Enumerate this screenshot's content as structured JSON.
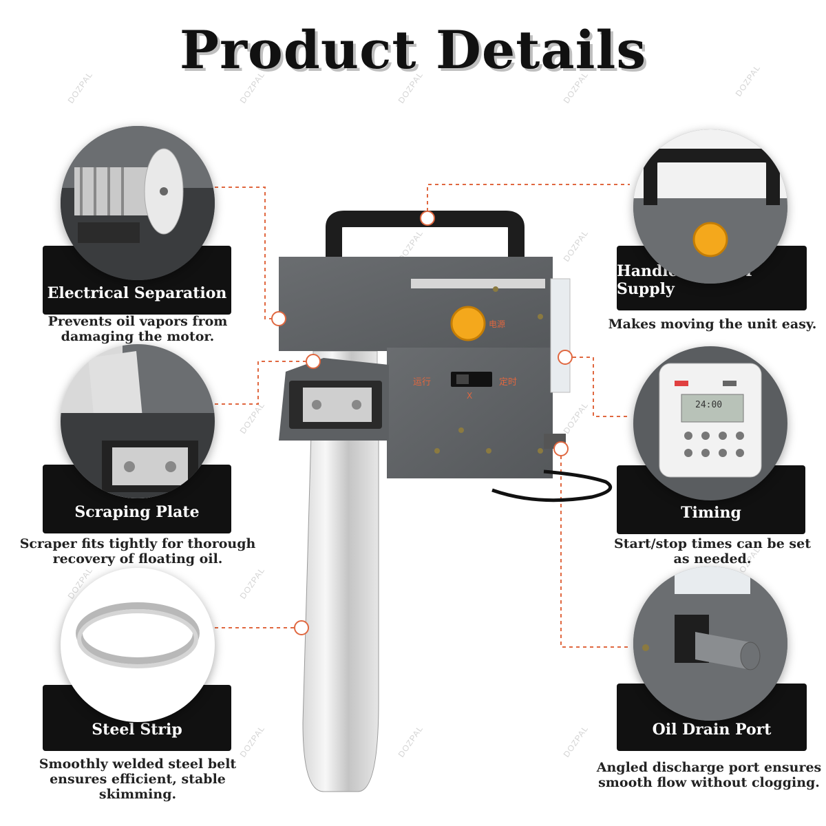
{
  "title": "Product Details",
  "watermark": "DOZPAL",
  "accent_color": "#e0673f",
  "device": {
    "indicator_label": "电源",
    "switch_left_label": "运行",
    "switch_right_label": "定时",
    "switch_mark": "X"
  },
  "features": [
    {
      "label": "Electrical Separation",
      "desc_lines": [
        "Prevents oil vapors from",
        "damaging the motor."
      ]
    },
    {
      "label": "Scraping Plate",
      "desc_lines": [
        "Scraper fits tightly for thorough",
        "recovery of floating oil."
      ]
    },
    {
      "label": "Steel Strip",
      "desc_lines": [
        "Smoothly welded steel belt",
        "ensures efficient, stable",
        "skimming."
      ]
    },
    {
      "label": "Handle & Power Supply",
      "desc_lines": [
        "Makes moving the unit easy."
      ]
    },
    {
      "label": "Timing",
      "desc_lines": [
        "Start/stop times can be set",
        "as needed."
      ]
    },
    {
      "label": "Oil Drain Port",
      "desc_lines": [
        "Angled discharge port ensures",
        "smooth flow without clogging."
      ]
    }
  ],
  "timer_display": "24:00"
}
